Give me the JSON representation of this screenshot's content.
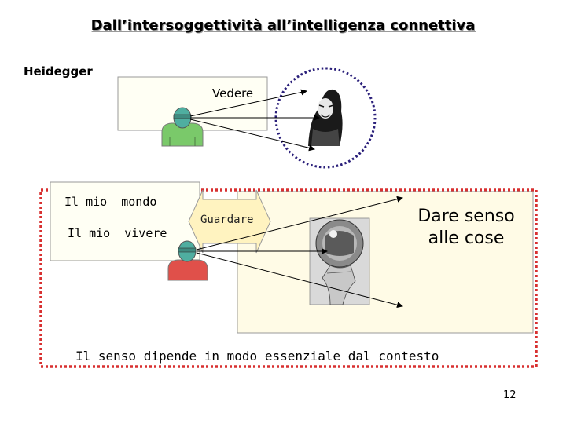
{
  "title": "Dall’intersoggettività all’intelligenza connettiva",
  "labels": {
    "heidegger": "Heidegger",
    "vedere": "Vedere",
    "il_mio_mondo": "Il mio  mondo",
    "il_mio_vivere": "Il mio  vivere",
    "guardare": "Guardare",
    "dare_senso": "Dare senso",
    "alle_cose": "alle cose",
    "contesto": "Il senso dipende in modo essenziale dal contesto"
  },
  "page_number": "12",
  "colors": {
    "figure_green": "#7ac96a",
    "figure_red": "#e0504a",
    "head_teal": "#4faea0",
    "red_border": "#d83030",
    "dotted_circle": "#2a1f7a",
    "context_fill": "#fffbe6",
    "arrow_fill": "#fff3c0"
  }
}
